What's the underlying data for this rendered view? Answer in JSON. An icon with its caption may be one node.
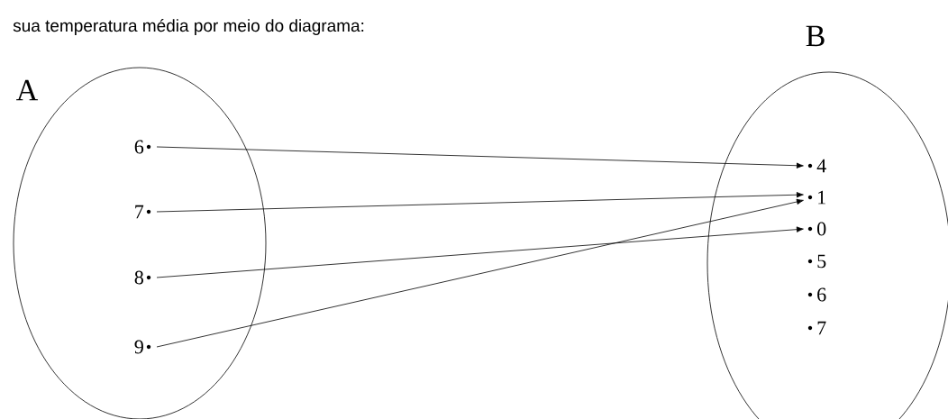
{
  "diagram": {
    "title": "sua temperatura média por meio do diagrama:",
    "nodes": [
      {
        "text": [
          "A"
        ]
      },
      {
        "text": [
          "B"
        ]
      },
      {
        "text": [
          "6"
        ],
        "in": 0
      },
      {
        "text": [
          "7"
        ],
        "in": 0
      },
      {
        "text": [
          "8"
        ],
        "in": 0
      },
      {
        "text": [
          "9"
        ],
        "in": 0
      },
      {
        "text": [
          "4"
        ],
        "in": 1
      },
      {
        "text": [
          "1"
        ],
        "in": 1
      },
      {
        "text": [
          "0"
        ],
        "in": 1
      },
      {
        "text": [
          "5"
        ],
        "in": 1
      },
      {
        "text": [
          "6"
        ],
        "in": 1
      },
      {
        "text": [
          "7"
        ],
        "in": 1
      }
    ],
    "edges": [
      {
        "from": 2,
        "to": 6,
        "arrow": "to"
      },
      {
        "from": 3,
        "to": 7,
        "arrow": "to"
      },
      {
        "from": 4,
        "to": 8,
        "arrow": "to"
      },
      {
        "from": 5,
        "to": 7,
        "arrow": "to"
      }
    ]
  }
}
